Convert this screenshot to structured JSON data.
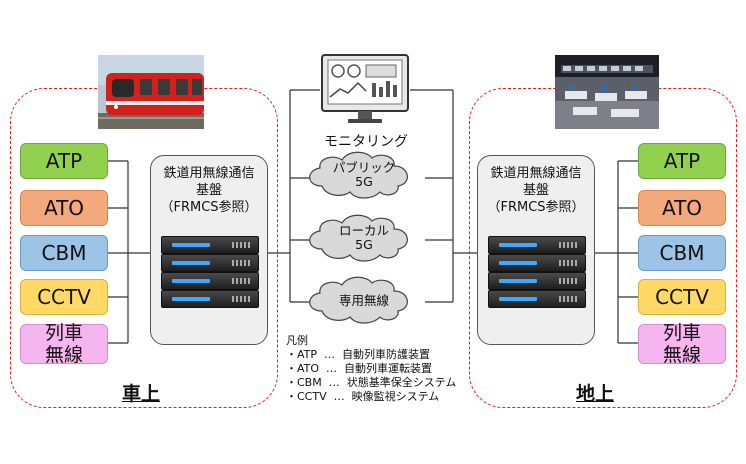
{
  "left_region": {
    "label": "車上",
    "systems": [
      "ATP",
      "ATO",
      "CBM",
      "CCTV",
      "列車\n無線"
    ],
    "infra_title_lines": [
      "鉄道用無線通信",
      "基盤",
      "（FRMCS参照）"
    ]
  },
  "right_region": {
    "label": "地上",
    "systems": [
      "ATP",
      "ATO",
      "CBM",
      "CCTV",
      "列車\n無線"
    ],
    "infra_title_lines": [
      "鉄道用無線通信",
      "基盤",
      "（FRMCS参照）"
    ]
  },
  "monitor": {
    "label": "モニタリング"
  },
  "networks": [
    {
      "label": "パブリック\n5G"
    },
    {
      "label": "ローカル\n5G"
    },
    {
      "label": "専用無線"
    }
  ],
  "legend": {
    "title": "凡例",
    "items": [
      "・ATP  …  自動列車防護装置",
      "・ATO  …  自動列車運転装置",
      "・CBM  …  状態基準保全システム",
      "・CCTV  …  映像監視システム"
    ]
  },
  "colors": {
    "region_border": "#e0201f",
    "ATP": "#92d050",
    "ATO": "#f4a97c",
    "CBM": "#9dc3e6",
    "CCTV": "#ffd966",
    "train_radio": "#f5b5ee",
    "train_body": "#d4201c",
    "infra_bg": "#efefef"
  },
  "icons": [
    "train-photo",
    "control-room-photo",
    "monitor-icon",
    "server-rack-icon",
    "cloud-icon"
  ]
}
